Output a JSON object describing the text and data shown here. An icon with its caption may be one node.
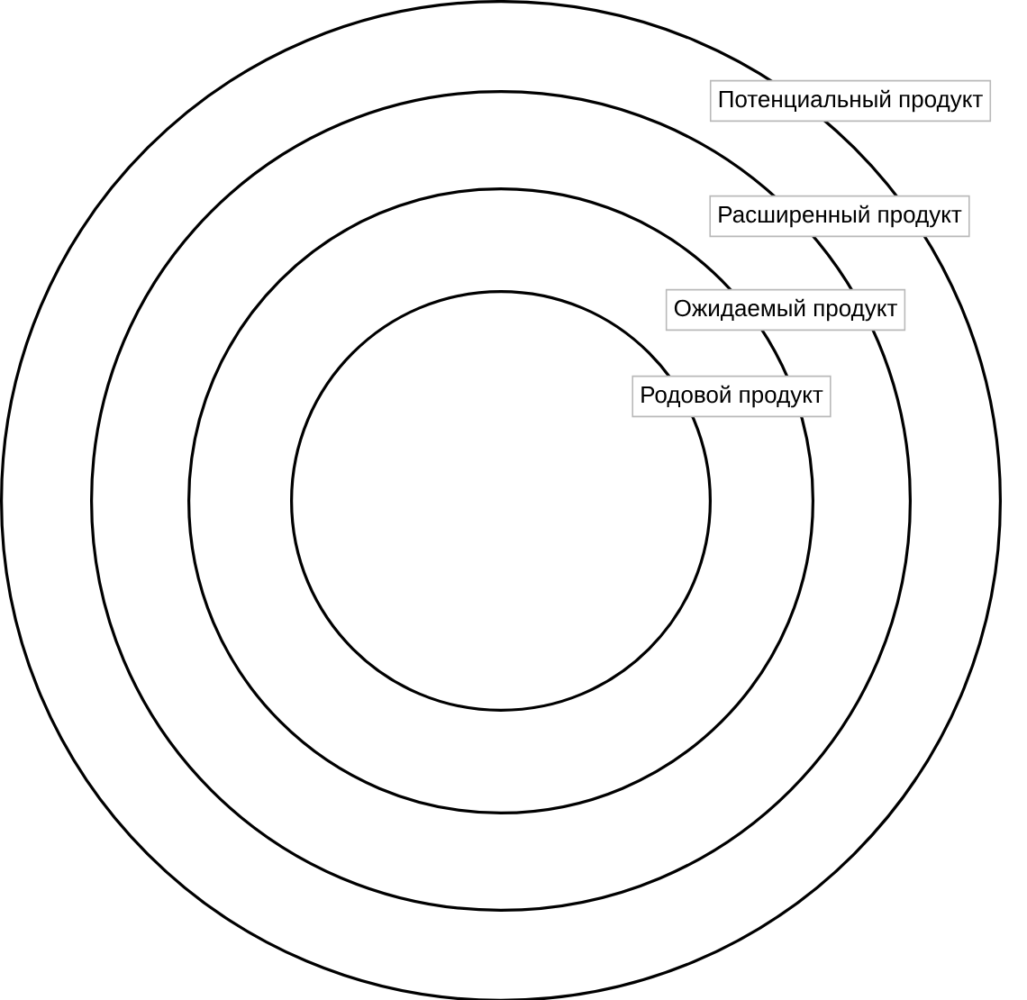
{
  "diagram": {
    "nodes": [
      {
        "text": [
          "Потенциальный продукт"
        ]
      },
      {
        "text": [
          "Расширенный продукт"
        ],
        "in": 0
      },
      {
        "text": [
          "Ожидаемый продукт"
        ],
        "in": 1
      },
      {
        "text": [
          "Родовой продукт"
        ],
        "in": 2
      }
    ]
  }
}
